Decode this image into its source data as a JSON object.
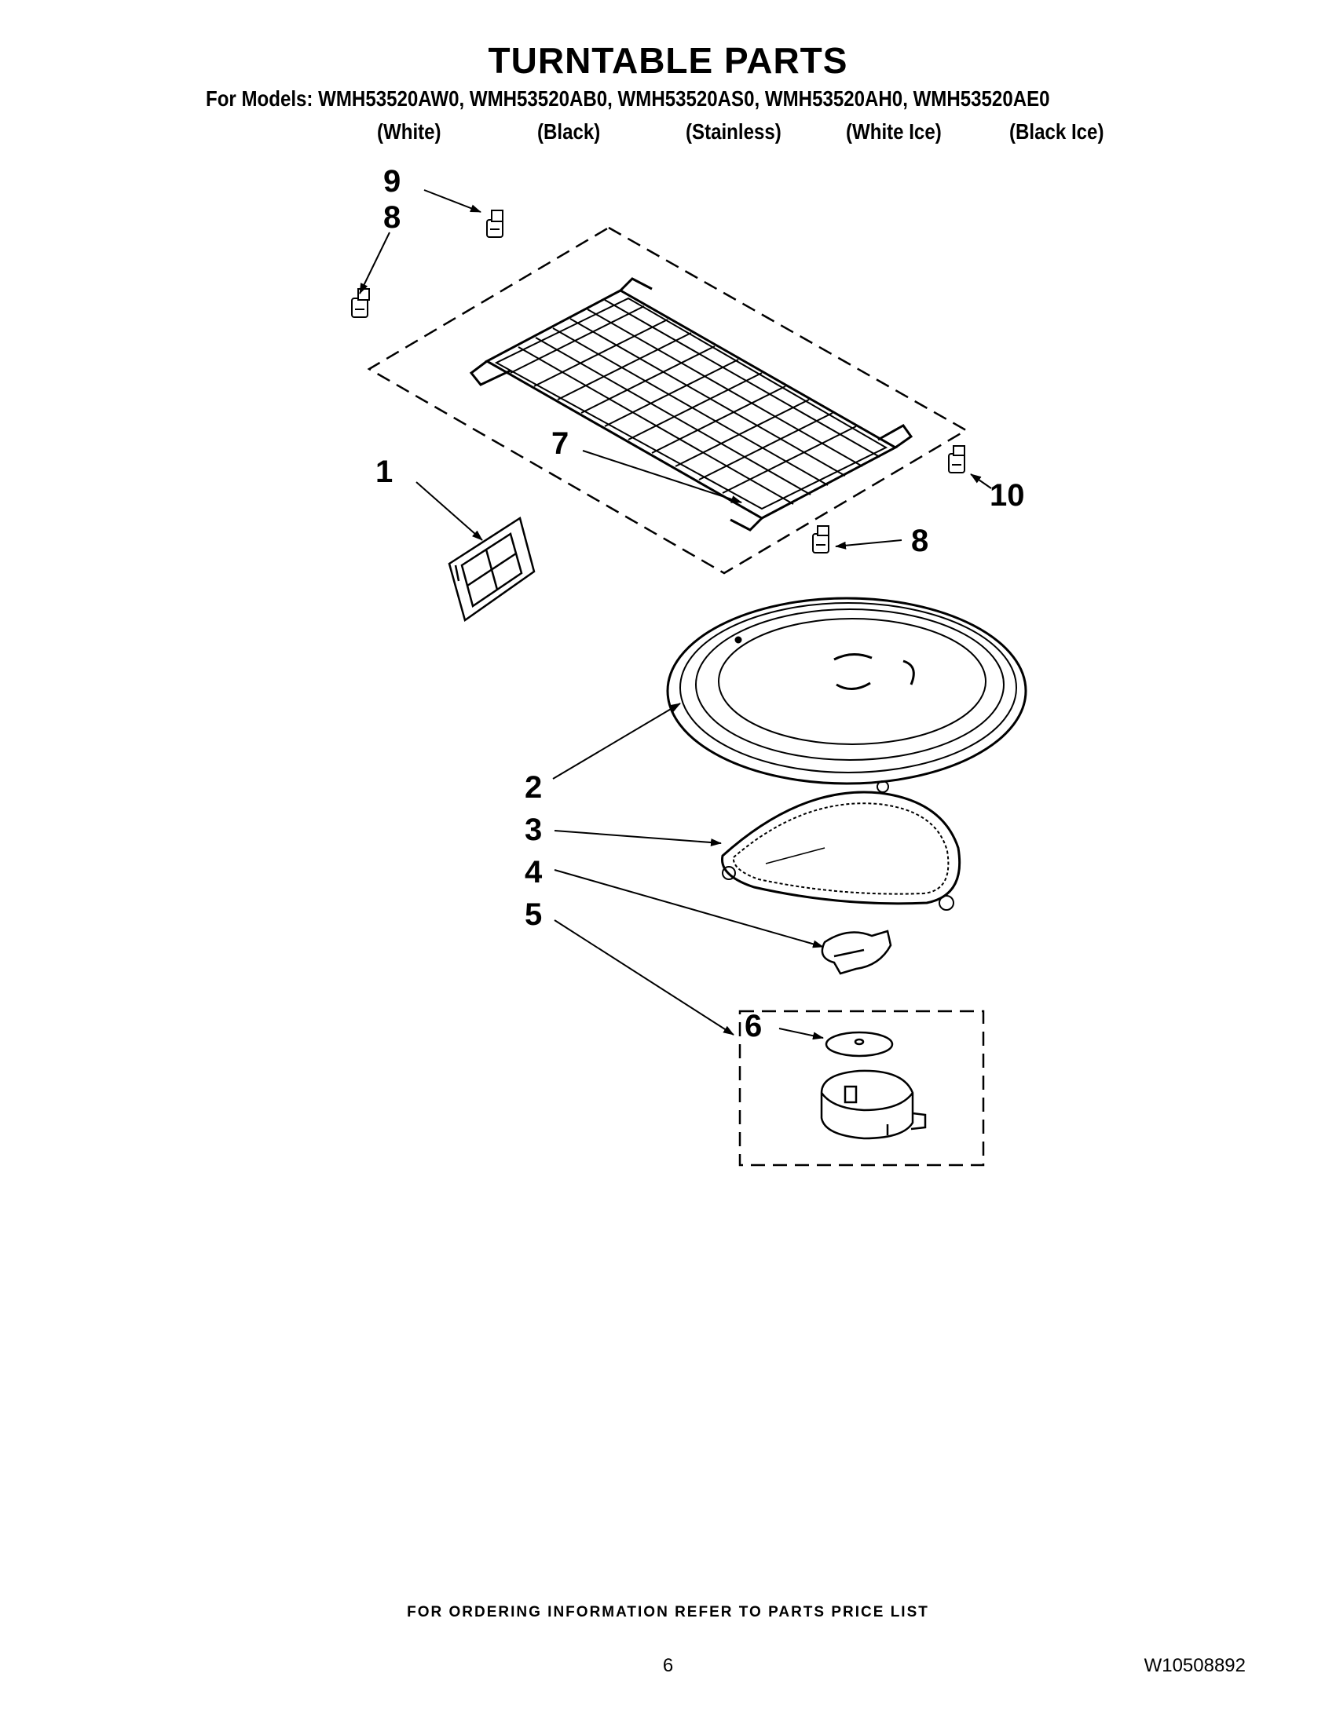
{
  "title": "TURNTABLE PARTS",
  "models_line": "For Models: WMH53520AW0, WMH53520AB0, WMH53520AS0, WMH53520AH0, WMH53520AE0",
  "finishes": [
    "(White)",
    "(Black)",
    "(Stainless)",
    "(White Ice)",
    "(Black Ice)"
  ],
  "callouts": {
    "c1": "1",
    "c2": "2",
    "c3": "3",
    "c4": "4",
    "c5": "5",
    "c6": "6",
    "c7": "7",
    "c8a": "8",
    "c8b": "8",
    "c9": "9",
    "c10": "10"
  },
  "footer": {
    "ordering_note": "FOR ORDERING INFORMATION REFER TO PARTS PRICE LIST",
    "page_number": "6",
    "document_number": "W10508892"
  }
}
